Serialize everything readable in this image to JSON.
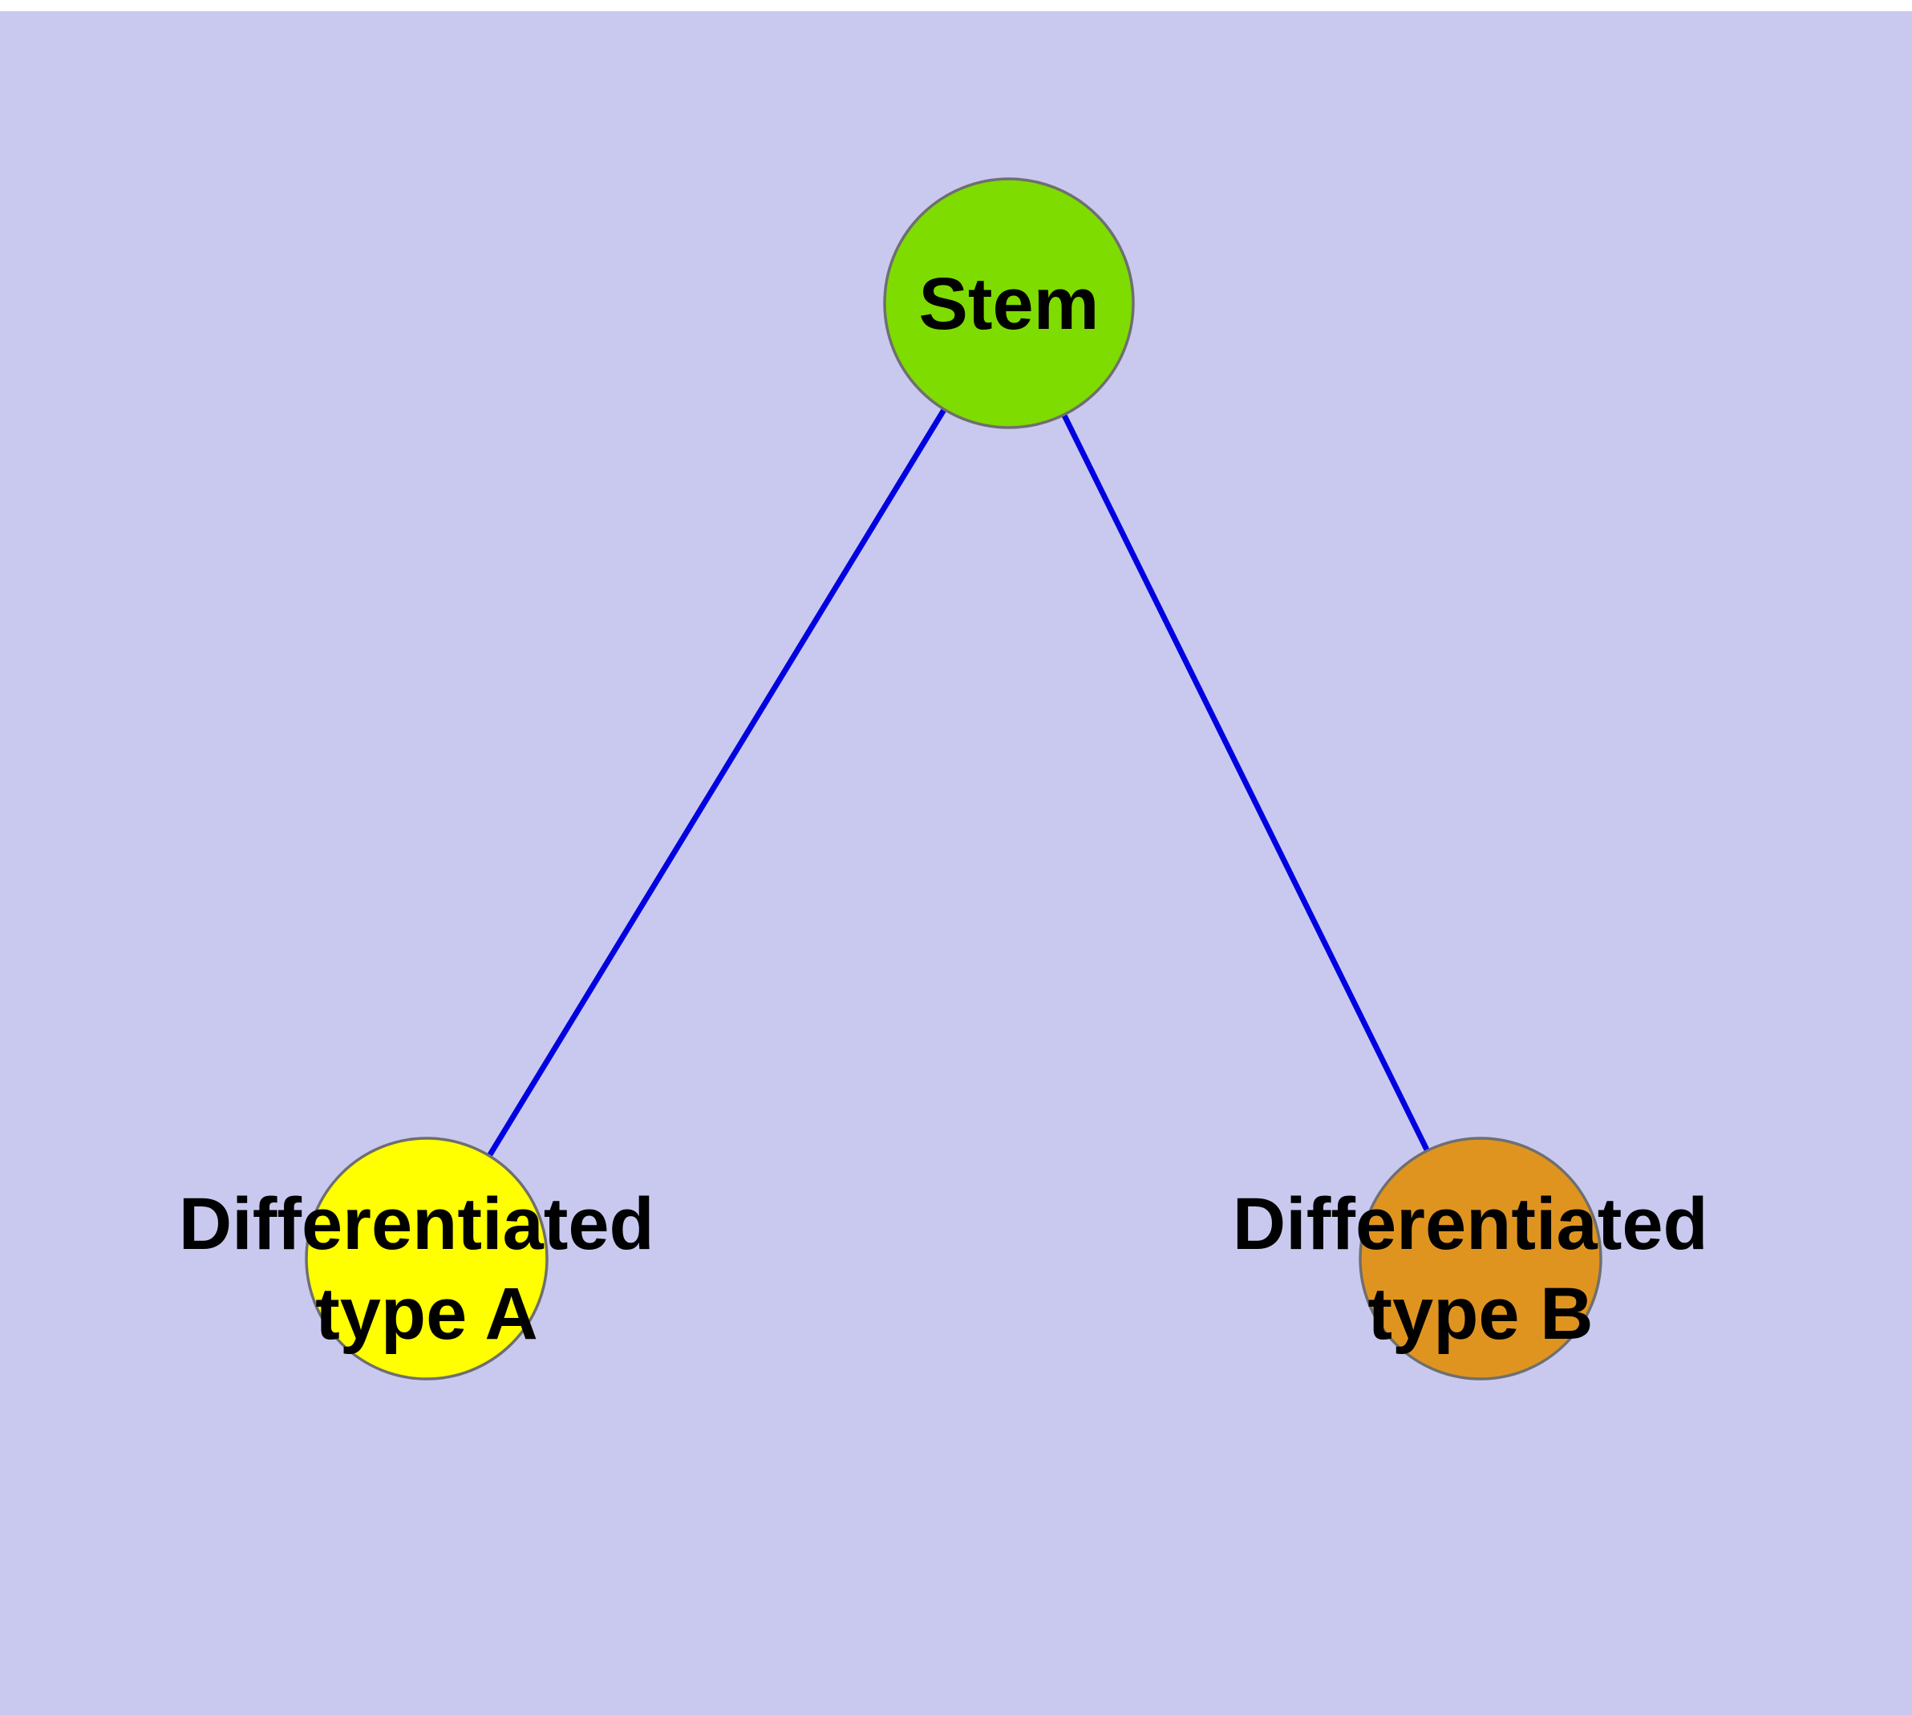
{
  "diagram": {
    "background_color": "#c9c9f0",
    "edge_color": "#0000e0",
    "node_border_color": "#6f6f6f",
    "label_color": "#000000",
    "nodes": [
      {
        "id": "stem",
        "lines": [
          "Stem"
        ],
        "color": "#7edc00"
      },
      {
        "id": "differentiated-type-a",
        "lines": [
          "Differentiated",
          "type A"
        ],
        "color": "#ffff00"
      },
      {
        "id": "differentiated-type-b",
        "lines": [
          "Differentiated",
          "type B"
        ],
        "color": "#e09420"
      }
    ],
    "edges": [
      {
        "from": "stem",
        "to": "differentiated-type-a"
      },
      {
        "from": "stem",
        "to": "differentiated-type-b"
      }
    ]
  }
}
